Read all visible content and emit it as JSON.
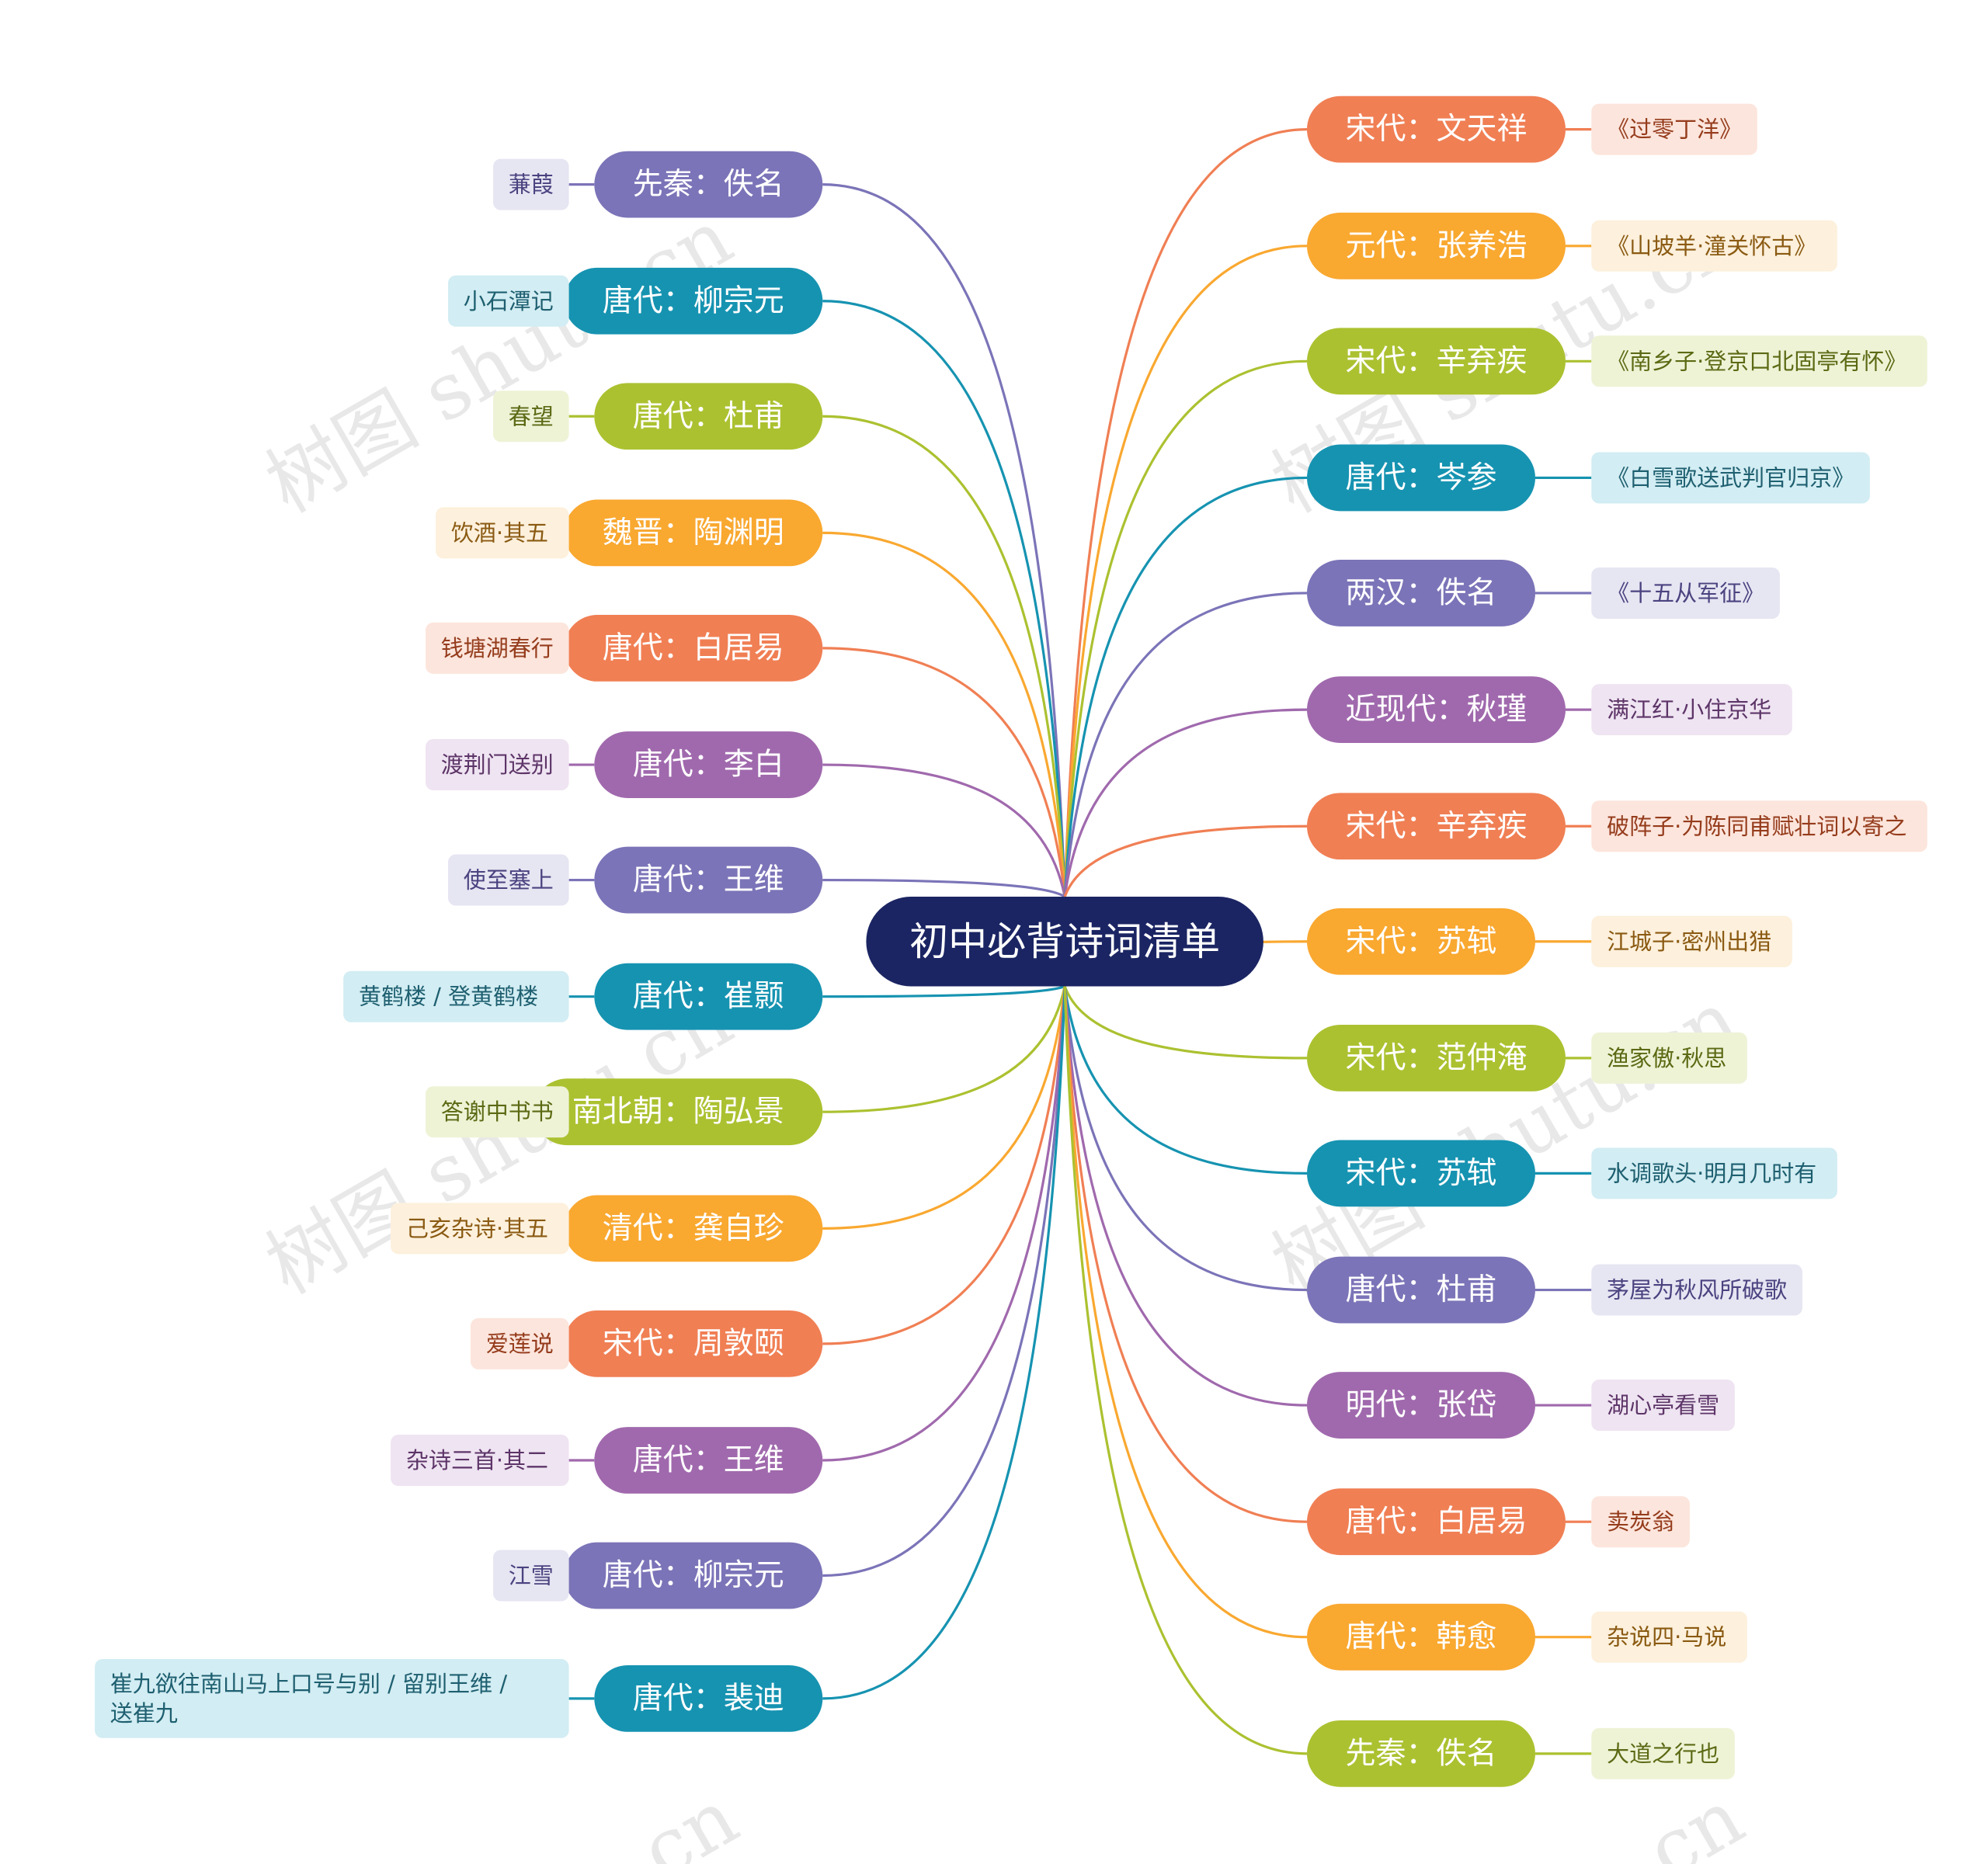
{
  "title": "初中必背诗词清单",
  "watermarks": [
    "树图 shutu.cn",
    "树图 shutu.cn",
    "树图 shutu.cn",
    "树图 shutu.cn",
    ".cn",
    ".cn"
  ],
  "colors": {
    "root": "#1b2563",
    "purple_blue": "#7b74b8",
    "teal": "#1693b1",
    "green": "#acc130",
    "orange": "#f9a830",
    "red_orange": "#f07f54",
    "purple": "#a069ad"
  },
  "left_branches": [
    {
      "label": "先秦：佚名",
      "leaf": "蒹葭",
      "color": "purple_blue"
    },
    {
      "label": "唐代：柳宗元",
      "leaf": "小石潭记",
      "color": "teal"
    },
    {
      "label": "唐代：杜甫",
      "leaf": "春望",
      "color": "green"
    },
    {
      "label": "魏晋：陶渊明",
      "leaf": "饮酒·其五",
      "color": "orange"
    },
    {
      "label": "唐代：白居易",
      "leaf": "钱塘湖春行",
      "color": "red_orange"
    },
    {
      "label": "唐代：李白",
      "leaf": "渡荆门送别",
      "color": "purple"
    },
    {
      "label": "唐代：王维",
      "leaf": "使至塞上",
      "color": "purple_blue"
    },
    {
      "label": "唐代：崔颢",
      "leaf": "黄鹤楼 / 登黄鹤楼",
      "color": "teal"
    },
    {
      "label": "南北朝：陶弘景",
      "leaf": "答谢中书书",
      "color": "green"
    },
    {
      "label": "清代：龚自珍",
      "leaf": "己亥杂诗·其五",
      "color": "orange"
    },
    {
      "label": "宋代：周敦颐",
      "leaf": "爱莲说",
      "color": "red_orange"
    },
    {
      "label": "唐代：王维",
      "leaf": "杂诗三首·其二",
      "color": "purple"
    },
    {
      "label": "唐代：柳宗元",
      "leaf": "江雪",
      "color": "purple_blue"
    },
    {
      "label": "唐代：裴迪",
      "leaf": "崔九欲往南山马上口号与别 / 留别王维 / 送崔九",
      "color": "teal"
    }
  ],
  "right_branches": [
    {
      "label": "宋代：文天祥",
      "leaf": "《过零丁洋》",
      "color": "red_orange"
    },
    {
      "label": "元代：张养浩",
      "leaf": "《山坡羊·潼关怀古》",
      "color": "orange"
    },
    {
      "label": "宋代：辛弃疾",
      "leaf": "《南乡子·登京口北固亭有怀》",
      "color": "green"
    },
    {
      "label": "唐代：岑参",
      "leaf": "《白雪歌送武判官归京》",
      "color": "teal"
    },
    {
      "label": "两汉：佚名",
      "leaf": "《十五从军征》",
      "color": "purple_blue"
    },
    {
      "label": "近现代：秋瑾",
      "leaf": "满江红·小住京华",
      "color": "purple"
    },
    {
      "label": "宋代：辛弃疾",
      "leaf": "破阵子·为陈同甫赋壮词以寄之",
      "color": "red_orange"
    },
    {
      "label": "宋代：苏轼",
      "leaf": "江城子·密州出猎",
      "color": "orange"
    },
    {
      "label": "宋代：范仲淹",
      "leaf": "渔家傲·秋思",
      "color": "green"
    },
    {
      "label": "宋代：苏轼",
      "leaf": "水调歌头·明月几时有",
      "color": "teal"
    },
    {
      "label": "唐代：杜甫",
      "leaf": "茅屋为秋风所破歌",
      "color": "purple_blue"
    },
    {
      "label": "明代：张岱",
      "leaf": "湖心亭看雪",
      "color": "purple"
    },
    {
      "label": "唐代：白居易",
      "leaf": "卖炭翁",
      "color": "red_orange"
    },
    {
      "label": "唐代：韩愈",
      "leaf": "杂说四·马说",
      "color": "orange"
    },
    {
      "label": "先秦：佚名",
      "leaf": "大道之行也",
      "color": "green"
    }
  ]
}
